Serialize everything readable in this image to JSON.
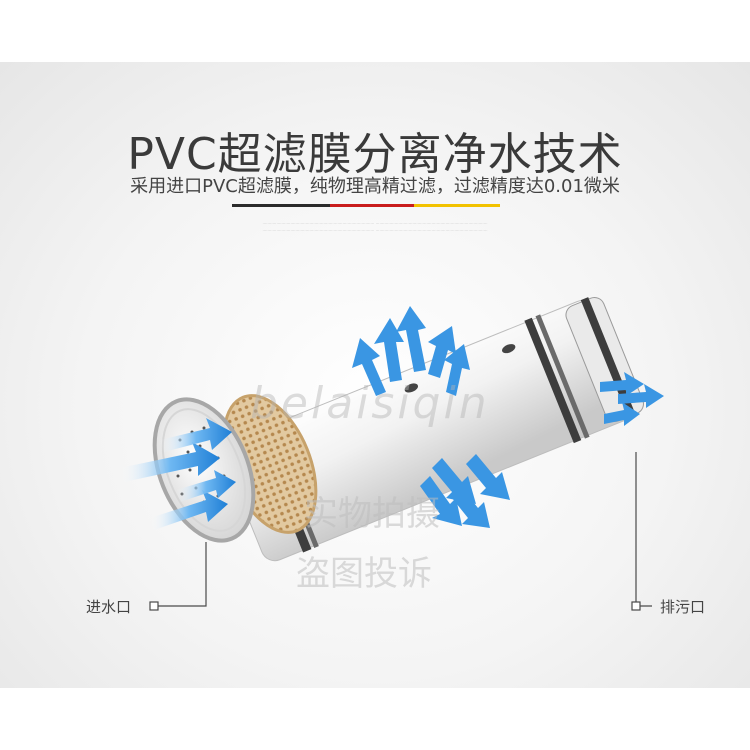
{
  "title": "PVC超滤膜分离净水技术",
  "subtitle": "采用进口PVC超滤膜，纯物理高精过滤，过滤精度达0.01微米",
  "divider_colors": [
    "#2b2b2b",
    "#c91d1d",
    "#f2c200"
  ],
  "watermark": {
    "line1": "belaisiqin",
    "line2": "实物拍摄",
    "line3": "盗图投诉"
  },
  "labels": {
    "inlet": "进水口",
    "outlet": "排污口"
  },
  "colors": {
    "arrow_blue": "#2f8fe0",
    "filter_shell": "#f1f1f1",
    "membrane_tan": "#d8b98a"
  }
}
